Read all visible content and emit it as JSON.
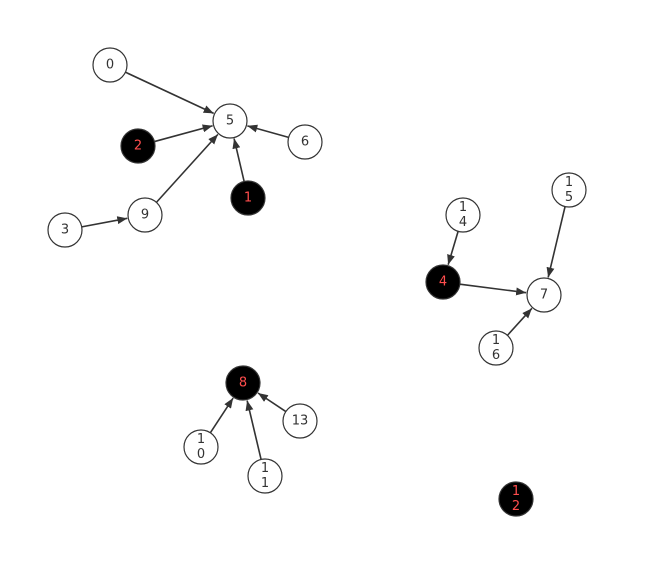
{
  "graph": {
    "colors": {
      "edge": "#333333",
      "node_stroke": "#333333",
      "light_fill": "#ffffff",
      "light_text": "#333333",
      "dark_fill": "#000000",
      "dark_text": "#ff4d4d"
    },
    "nodes": [
      {
        "id": "n0",
        "lines": [
          "0"
        ],
        "style": "light"
      },
      {
        "id": "n1",
        "lines": [
          "1"
        ],
        "style": "dark"
      },
      {
        "id": "n2",
        "lines": [
          "2"
        ],
        "style": "dark"
      },
      {
        "id": "n3",
        "lines": [
          "3"
        ],
        "style": "light"
      },
      {
        "id": "n4",
        "lines": [
          "4"
        ],
        "style": "dark"
      },
      {
        "id": "n5",
        "lines": [
          "5"
        ],
        "style": "light"
      },
      {
        "id": "n6",
        "lines": [
          "6"
        ],
        "style": "light"
      },
      {
        "id": "n7",
        "lines": [
          "7"
        ],
        "style": "light"
      },
      {
        "id": "n8",
        "lines": [
          "8"
        ],
        "style": "dark"
      },
      {
        "id": "n9",
        "lines": [
          "9"
        ],
        "style": "light"
      },
      {
        "id": "n10",
        "lines": [
          "1",
          "0"
        ],
        "style": "light"
      },
      {
        "id": "n11",
        "lines": [
          "1",
          "1"
        ],
        "style": "light"
      },
      {
        "id": "n12",
        "lines": [
          "1",
          "2"
        ],
        "style": "dark"
      },
      {
        "id": "n13",
        "lines": [
          "13"
        ],
        "style": "light"
      },
      {
        "id": "n14",
        "lines": [
          "1",
          "4"
        ],
        "style": "light"
      },
      {
        "id": "n15",
        "lines": [
          "1",
          "5"
        ],
        "style": "light"
      },
      {
        "id": "n16",
        "lines": [
          "1",
          "6"
        ],
        "style": "light"
      }
    ],
    "edges": [
      {
        "from": "n0",
        "to": "n5"
      },
      {
        "from": "n2",
        "to": "n5"
      },
      {
        "from": "n6",
        "to": "n5"
      },
      {
        "from": "n1",
        "to": "n5"
      },
      {
        "from": "n9",
        "to": "n5"
      },
      {
        "from": "n3",
        "to": "n9"
      },
      {
        "from": "n14",
        "to": "n4"
      },
      {
        "from": "n4",
        "to": "n7"
      },
      {
        "from": "n15",
        "to": "n7"
      },
      {
        "from": "n16",
        "to": "n7"
      },
      {
        "from": "n10",
        "to": "n8"
      },
      {
        "from": "n11",
        "to": "n8"
      },
      {
        "from": "n13",
        "to": "n8"
      }
    ]
  }
}
